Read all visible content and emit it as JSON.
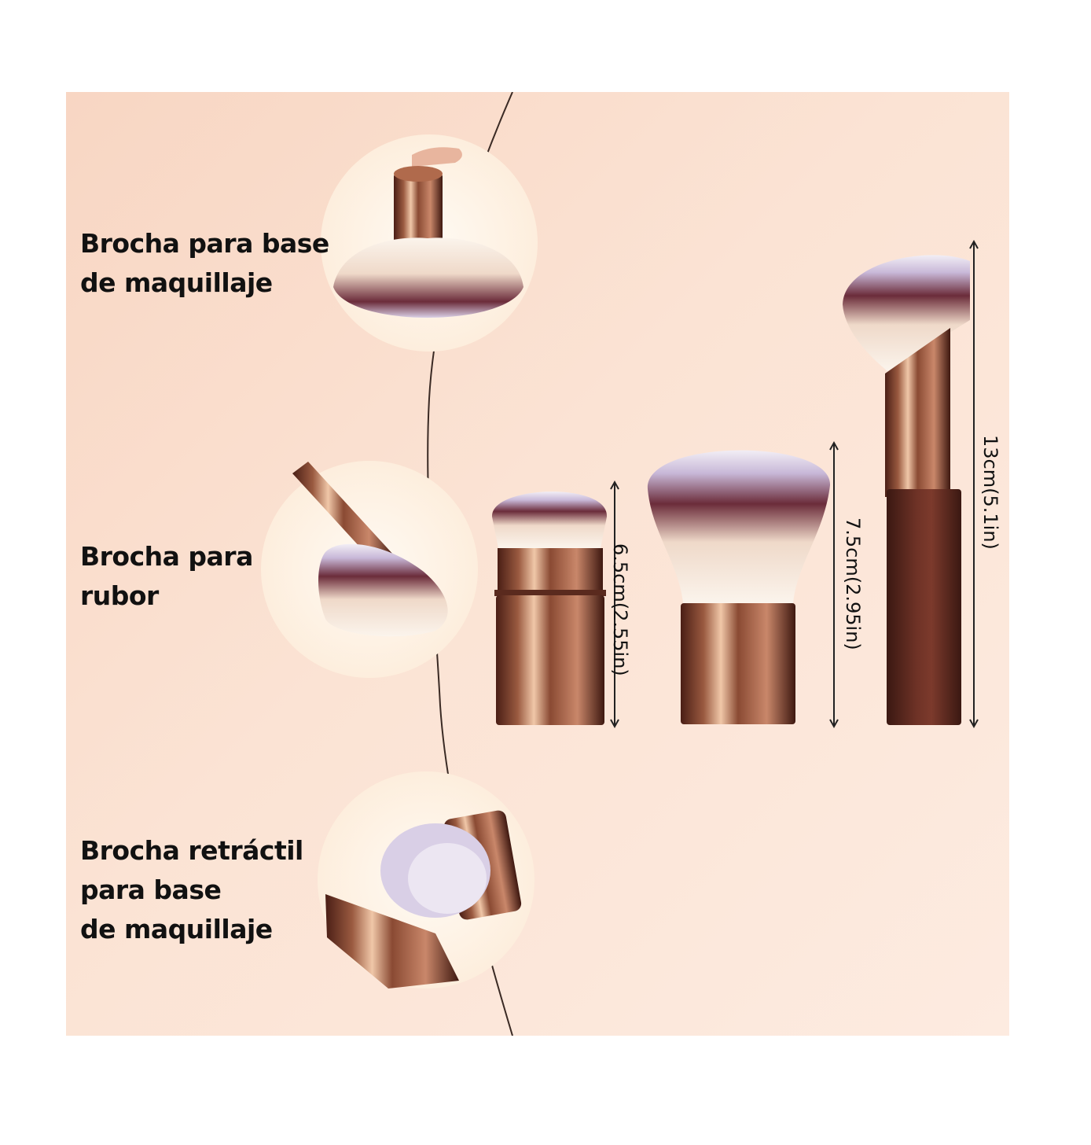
{
  "labels": {
    "foundation_brush": "Brocha para base\nde maquillaje",
    "blush_brush": "Brocha para\nrubor",
    "retractable_brush": "Brocha retráctil\npara base\nde maquillaje"
  },
  "dimensions": {
    "retractable": "6.5cm(2.55in)",
    "kabuki": "7.5cm(2.95in)",
    "angled": "13cm(5.1in)"
  },
  "colors": {
    "background": "#fbe3d4",
    "handle": "#7a3a2a",
    "bristle_tip": "#6b2c3a",
    "bristle_base": "#fbf4ec"
  }
}
